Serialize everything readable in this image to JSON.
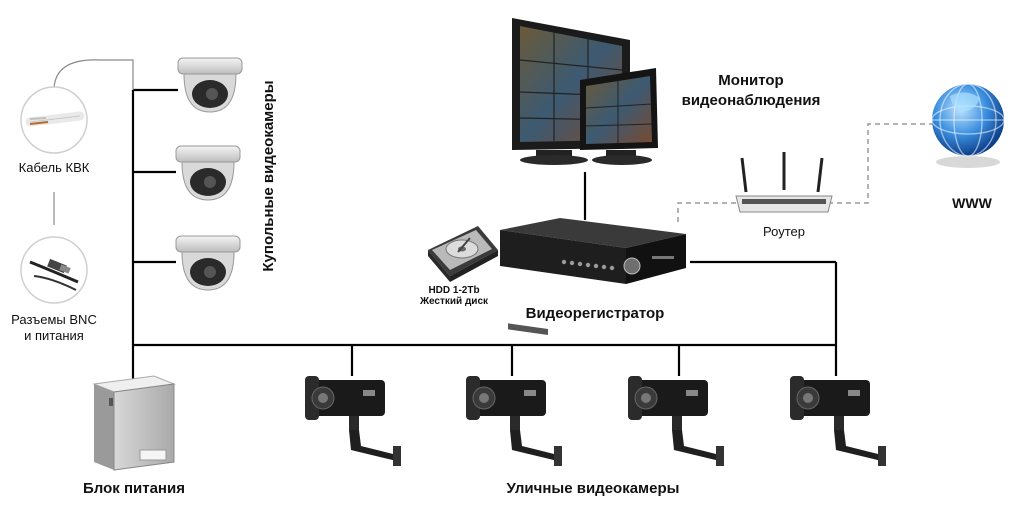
{
  "labels": {
    "cable": "Кабель КВК",
    "connectors_line1": "Разъемы BNC",
    "connectors_line2": "и питания",
    "dome_cameras": "Купольные видеокамеры",
    "monitor_line1": "Монитор",
    "monitor_line2": "видеонаблюдения",
    "www": "WWW",
    "router": "Роутер",
    "hdd_line1": "HDD 1-2Tb",
    "hdd_line2": "Жесткий диск",
    "dvr": "Видеорегистратор",
    "power_supply": "Блок питания",
    "street_cameras": "Уличные видеокамеры"
  },
  "icons": {
    "dome_cameras": [
      "dome-camera-icon",
      "dome-camera-icon",
      "dome-camera-icon"
    ],
    "street_cameras": [
      "bullet-camera-icon",
      "bullet-camera-icon",
      "bullet-camera-icon",
      "bullet-camera-icon"
    ],
    "monitor": "monitor-icon",
    "router": "router-icon",
    "globe": "globe-icon",
    "dvr": "dvr-icon",
    "hdd": "hard-disk-icon",
    "power_supply": "power-supply-icon",
    "cable": "coax-cable-icon",
    "connectors": "bnc-connector-icon"
  },
  "colors": {
    "wire": "#000000",
    "network_link": "#9a9a9a",
    "globe": "#2d7fd0",
    "device_dark": "#1a1a1a"
  }
}
